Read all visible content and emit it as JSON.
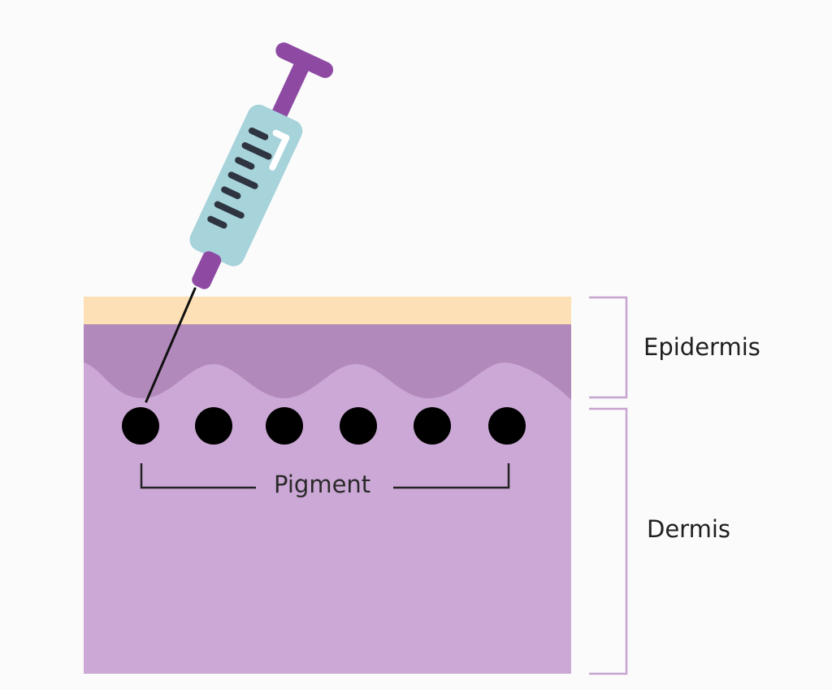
{
  "labels": {
    "epidermis": "Epidermis",
    "dermis": "Dermis",
    "pigment": "Pigment"
  },
  "colors": {
    "background": "#fbfbfb",
    "skin_surface": "#fde0b6",
    "epidermis": "#b289bb",
    "dermis": "#cca8d6",
    "pigment": "#000000",
    "bracket": "#c7a3cf",
    "syringe_barrel": "#a7d3db",
    "syringe_plunger": "#8e4aa3",
    "syringe_marks": "#2e3440",
    "needle": "#111111"
  },
  "pigment_dot_count": 6,
  "icons": {
    "syringe": "syringe-icon"
  }
}
